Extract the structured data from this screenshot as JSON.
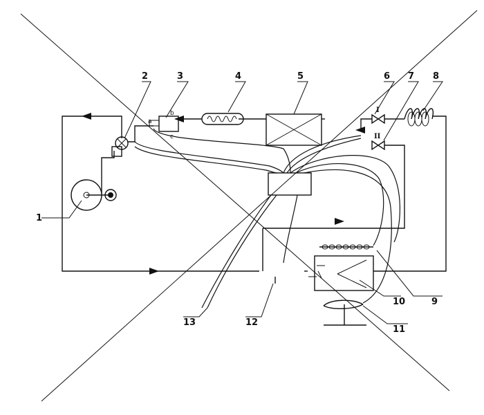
{
  "diagram": {
    "part_labels": [
      "1",
      "2",
      "3",
      "4",
      "5",
      "6",
      "7",
      "8",
      "9",
      "10",
      "11",
      "12",
      "13"
    ],
    "port_labels": {
      "a": "a",
      "b": "b",
      "c": "c"
    },
    "valve_labels": {
      "valve_1": "I",
      "valve_2": "II"
    },
    "has_watermark_cross": true
  }
}
